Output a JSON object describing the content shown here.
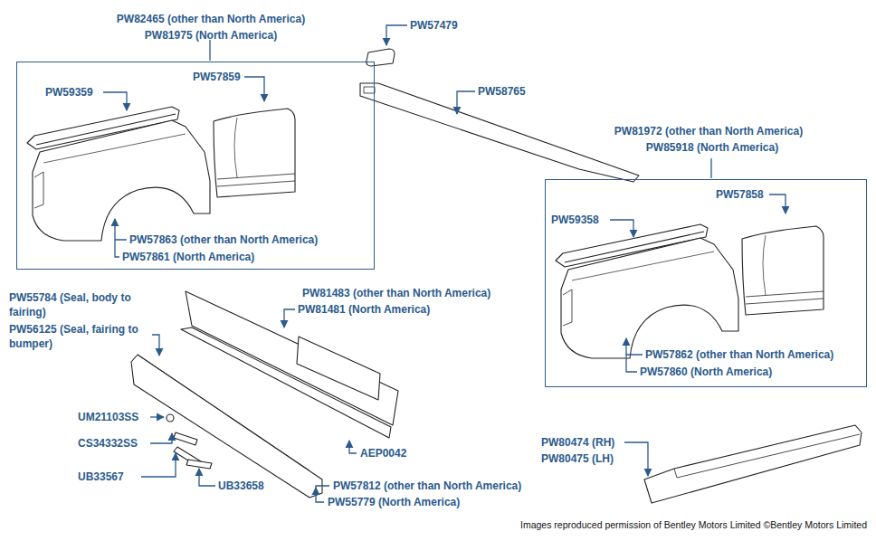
{
  "diagram": {
    "nodes": [
      {
        "text": [
          "PW82465 (other than North America)",
          "PW81975 (North America)"
        ]
      },
      {
        "text": [
          "PW81972 (other than North America)",
          "PW85918 (North America)"
        ]
      }
    ],
    "labels": [
      "PW59359",
      "PW57859",
      "PW57863 (other than North America)",
      "PW57861 (North America)",
      "PW57479",
      "PW58765",
      "PW59358",
      "PW57858",
      "PW57862 (other than North America)",
      "PW57860 (North America)",
      "PW55784 (Seal, body to fairing)",
      "PW56125 (Seal, fairing to bumper)",
      "PW81483 (other than North America)",
      "PW81481 (North America)",
      "UM21103SS",
      "CS34332SS",
      "UB33567",
      "UB33658",
      "AEP0042",
      "PW57812 (other than North America)",
      "PW55779 (North America)",
      "PW80474 (RH)",
      "PW80475 (LH)",
      "Images reproduced permission of Bentley Motors Limited ©Bentley Motors Limited"
    ]
  }
}
